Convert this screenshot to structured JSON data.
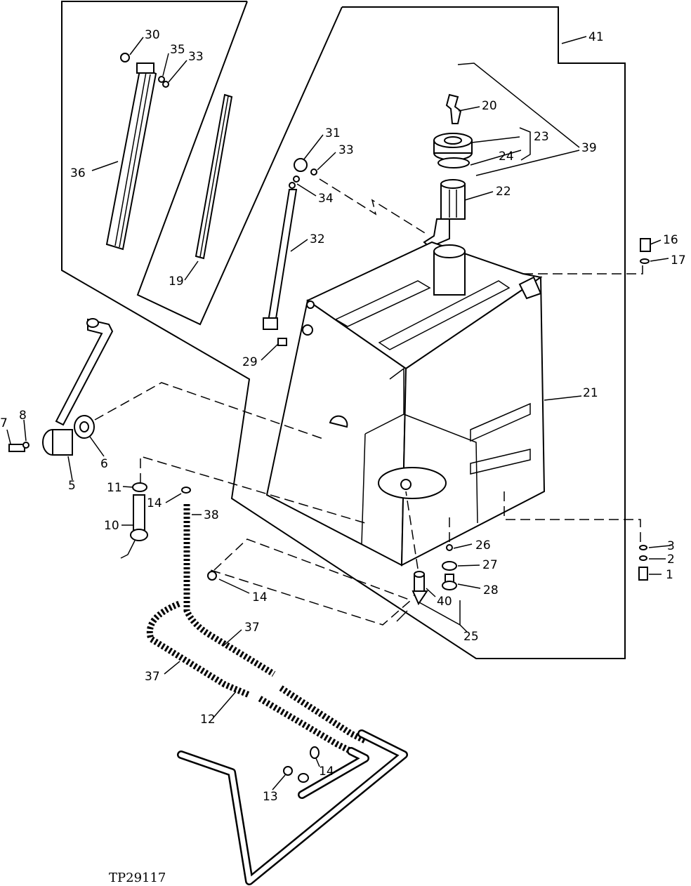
{
  "figure_id": "TP29117",
  "callouts": {
    "c1": "1",
    "c2": "2",
    "c3": "3",
    "c5": "5",
    "c6": "6",
    "c7": "7",
    "c8": "8",
    "c10": "10",
    "c11": "11",
    "c12": "12",
    "c13": "13",
    "c14a": "14",
    "c14b": "14",
    "c14c": "14",
    "c16": "16",
    "c17": "17",
    "c19": "19",
    "c20": "20",
    "c21": "21",
    "c22": "22",
    "c23": "23",
    "c24": "24",
    "c25": "25",
    "c26": "26",
    "c27": "27",
    "c28": "28",
    "c29": "29",
    "c30": "30",
    "c31": "31",
    "c32": "32",
    "c33a": "33",
    "c33b": "33",
    "c34": "34",
    "c35": "35",
    "c36": "36",
    "c37a": "37",
    "c37b": "37",
    "c38": "38",
    "c39": "39",
    "c40": "40",
    "c41": "41"
  }
}
